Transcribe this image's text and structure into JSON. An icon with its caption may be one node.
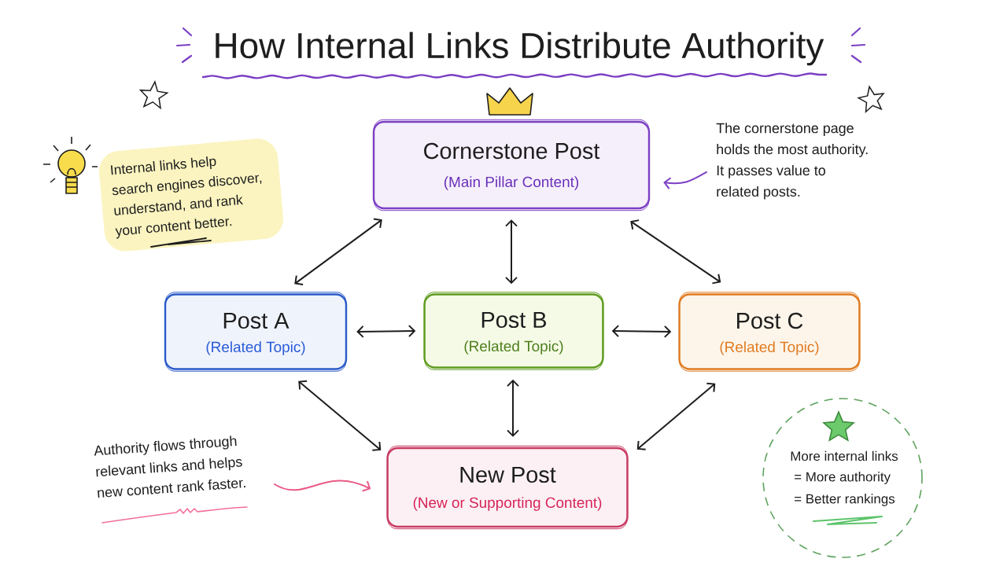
{
  "diagram": {
    "title": "How Internal Links Distribute Authority",
    "nodes": [
      {
        "text": [
          "Internal links help search engines discover, understand, and rank your content better."
        ]
      },
      {
        "text": [
          "Cornerstone Post",
          "(Main Pillar Content)"
        ]
      },
      {
        "text": [
          "The cornerstone page holds the most authority. It passes value to related posts."
        ]
      },
      {
        "text": [
          "Post A",
          "(Related Topic)"
        ]
      },
      {
        "text": [
          "Post B",
          "(Related Topic)"
        ]
      },
      {
        "text": [
          "Post C",
          "(Related Topic)"
        ]
      },
      {
        "text": [
          "Authority flows through relevant links and helps new content rank faster."
        ]
      },
      {
        "text": [
          "New Post",
          "(New or Supporting Content)"
        ]
      },
      {
        "text": [
          "More internal links",
          "= More authority",
          "= Better rankings"
        ]
      }
    ],
    "edges": [
      {
        "from": 1,
        "to": 3,
        "arrow": "both"
      },
      {
        "from": 1,
        "to": 4,
        "arrow": "both"
      },
      {
        "from": 1,
        "to": 5,
        "arrow": "both"
      },
      {
        "from": 3,
        "to": 4,
        "arrow": "both"
      },
      {
        "from": 4,
        "to": 5,
        "arrow": "both"
      },
      {
        "from": 3,
        "to": 7,
        "arrow": "both"
      },
      {
        "from": 4,
        "to": 7,
        "arrow": "both"
      },
      {
        "from": 5,
        "to": 7,
        "arrow": "both"
      },
      {
        "from": 2,
        "to": 1,
        "arrow": "to",
        "color": "#7b3fc4"
      },
      {
        "from": 6,
        "to": 7,
        "arrow": "to",
        "color": "#ea5a86"
      }
    ]
  }
}
